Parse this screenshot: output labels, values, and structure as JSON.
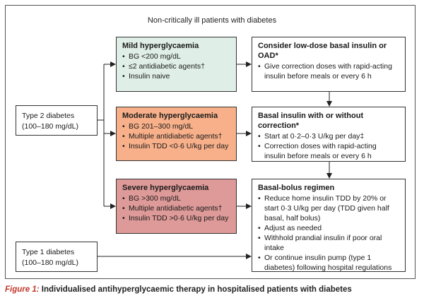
{
  "diagram": {
    "heading": "Non-critically ill patients with diabetes",
    "inputs": {
      "type2": {
        "line1": "Type 2 diabetes",
        "line2": "(100–180 mg/dL)"
      },
      "type1": {
        "line1": "Type 1 diabetes",
        "line2": "(100–180 mg/dL)"
      }
    },
    "categories": [
      {
        "title": "Mild hyperglycaemia",
        "items": [
          "BG <200 mg/dL",
          "≤2 antidiabetic agents†",
          "Insulin naive"
        ],
        "color": "#dfeee6"
      },
      {
        "title": "Moderate hyperglycaemia",
        "items": [
          "BG 201–300 mg/dL",
          "Multiple antidiabetic agents†",
          "Insulin TDD <0·6 U/kg per day"
        ],
        "color": "#f7b08a"
      },
      {
        "title": "Severe hyperglycaemia",
        "items": [
          "BG >300 mg/dL",
          "Multiple antidiabetic agents†",
          "Insulin TDD >0·6 U/kg per day"
        ],
        "color": "#dd9a98"
      }
    ],
    "regimens": [
      {
        "title": "Consider low-dose basal insulin or OAD*",
        "items": [
          "Give correction doses with rapid-acting insulin before meals or every 6 h"
        ]
      },
      {
        "title": "Basal insulin with or without correction*",
        "items": [
          "Start at 0·2–0·3 U/kg per day‡",
          "Correction doses with rapid-acting insulin before meals or every 6 h"
        ]
      },
      {
        "title": "Basal-bolus regimen",
        "items": [
          "Reduce home insulin TDD by 20% or start 0·3 U/kg per day (TDD given half basal, half bolus)",
          "Adjust as needed",
          "Withhold prandial insulin if poor oral intake",
          "Or continue insulin pump (type 1 diabetes) following hospital regulations"
        ]
      }
    ]
  },
  "caption": {
    "label": "Figure 1:",
    "text": " Individualised antihyperglycaemic therapy in hospitalised patients with diabetes"
  }
}
